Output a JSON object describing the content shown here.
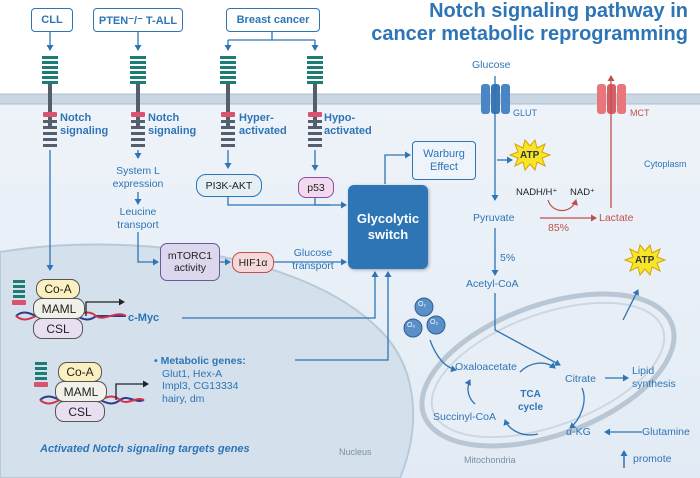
{
  "title": {
    "line1": "Notch signaling pathway in",
    "line2": "cancer metabolic reprogramming"
  },
  "conditions": {
    "cll": "CLL",
    "pten": "PTEN⁻/⁻ T-ALL",
    "breast": "Breast cancer"
  },
  "receptor_labels": {
    "notch1": [
      "Notch",
      "signaling"
    ],
    "notch2": [
      "Notch",
      "signaling"
    ],
    "hyper": [
      "Hyper-",
      "activated"
    ],
    "hypo": [
      "Hypo-",
      "activated"
    ]
  },
  "pathway": {
    "system_l": [
      "System L",
      "expression"
    ],
    "leucine": [
      "Leucine",
      "transport"
    ],
    "pi3k": "PI3K-AKT",
    "p53": "p53",
    "mtorc1": [
      "mTORC1",
      "activity"
    ],
    "hif1a": "HIF1α",
    "glucose_transport": [
      "Glucose",
      "transport"
    ],
    "glycolytic_switch": [
      "Glycolytic",
      "switch"
    ],
    "warburg": [
      "Warburg",
      "Effect"
    ],
    "cmyc": "c-Myc"
  },
  "metabolism": {
    "glucose": "Glucose",
    "glut": "GLUT",
    "mct": "MCT",
    "atp": "ATP",
    "cytoplasm": "Cytoplasm",
    "pyruvate": "Pyruvate",
    "nadh": "NADH/H⁺",
    "nad": "NAD⁺",
    "pct85": "85%",
    "lactate": "Lactate",
    "pct5": "5%",
    "acetyl_coa": "Acetyl-CoA",
    "o2": "O₂",
    "oxaloacetate": "Oxaloacetate",
    "citrate": "Citrate",
    "tca": [
      "TCA",
      "cycle"
    ],
    "lipid": [
      "Lipid",
      "synthesis"
    ],
    "succinyl": "Succinyl-CoA",
    "akg": "α-KG",
    "glutamine": "Glutamine",
    "mitochondria": "Mitochondria"
  },
  "nucleus": {
    "co_a": "Co-A",
    "maml": "MAML",
    "csl": "CSL",
    "metabolic_title": "Metabolic genes:",
    "metabolic_genes": [
      "Glut1, Hex-A",
      "Impl3, CG13334",
      "hairy, dm"
    ],
    "caption": "Activated Notch signaling targets genes",
    "nucleus_label": "Nucleus"
  },
  "legend": {
    "promote": "promote"
  },
  "colors": {
    "accent": "#2e75b6",
    "inhibit_red": "#c0504d",
    "membrane": "#c5d3e0",
    "cytoplasm_bg": "#e9f0f7"
  }
}
